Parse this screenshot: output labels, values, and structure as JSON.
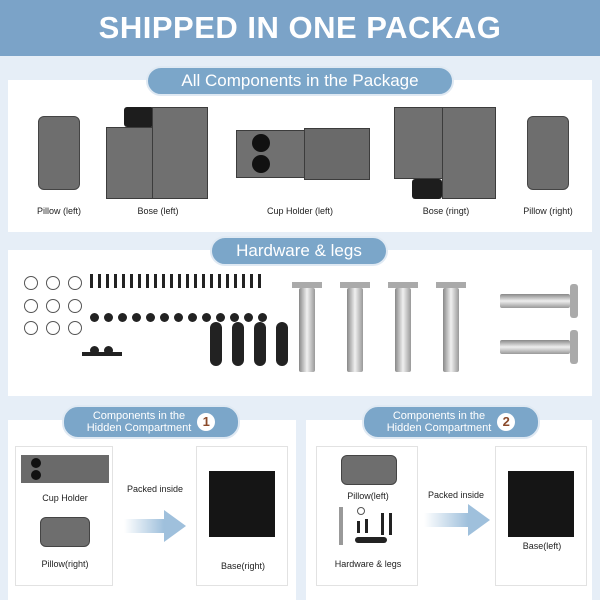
{
  "header": {
    "title": "SHIPPED IN ONE PACKAG"
  },
  "components": {
    "heading": "All Components in the Package",
    "items": [
      {
        "label": "Pillow (left)"
      },
      {
        "label": "Bose (left)"
      },
      {
        "label": "Cup Holder (left)"
      },
      {
        "label": "Bose (ringt)"
      },
      {
        "label": "Pillow (right)"
      }
    ]
  },
  "hardware": {
    "heading": "Hardware & legs"
  },
  "compartment1": {
    "heading_line1": "Components in the",
    "heading_line2": "Hidden Compartment",
    "number": "1",
    "items": [
      "Cup Holder",
      "Pillow(right)"
    ],
    "arrow_label": "Packed inside",
    "target": "Base(right)"
  },
  "compartment2": {
    "heading_line1": "Components in the",
    "heading_line2": "Hidden Compartment",
    "number": "2",
    "items": [
      "Pillow(left)",
      "Hardware & legs"
    ],
    "arrow_label": "Packed inside",
    "target": "Base(left)"
  },
  "colors": {
    "accent": "#7ba6c9",
    "background": "#e6eef7"
  }
}
